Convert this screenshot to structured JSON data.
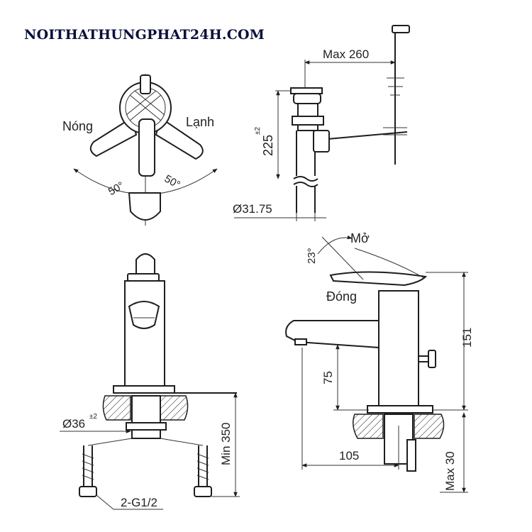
{
  "site": {
    "title": "NOITHATHUNGPHAT24H.COM"
  },
  "top_view": {
    "hot_label": "Nóng",
    "cold_label": "Lạnh",
    "angle_left": "50°",
    "angle_right": "50°"
  },
  "drain_view": {
    "max_label": "Max 260",
    "height_label": "225",
    "height_tol": "±2",
    "diameter_label": "Ø31.75"
  },
  "front_view": {
    "hole_label": "Ø36",
    "hole_tol": "±2",
    "min_label": "Min 350",
    "thread_label": "2-G1/2"
  },
  "side_view": {
    "open_label": "Mở",
    "closed_label": "Đóng",
    "tilt_label": "23°",
    "height_151": "151",
    "height_75": "75",
    "depth_105": "105",
    "max_30": "Max 30"
  }
}
